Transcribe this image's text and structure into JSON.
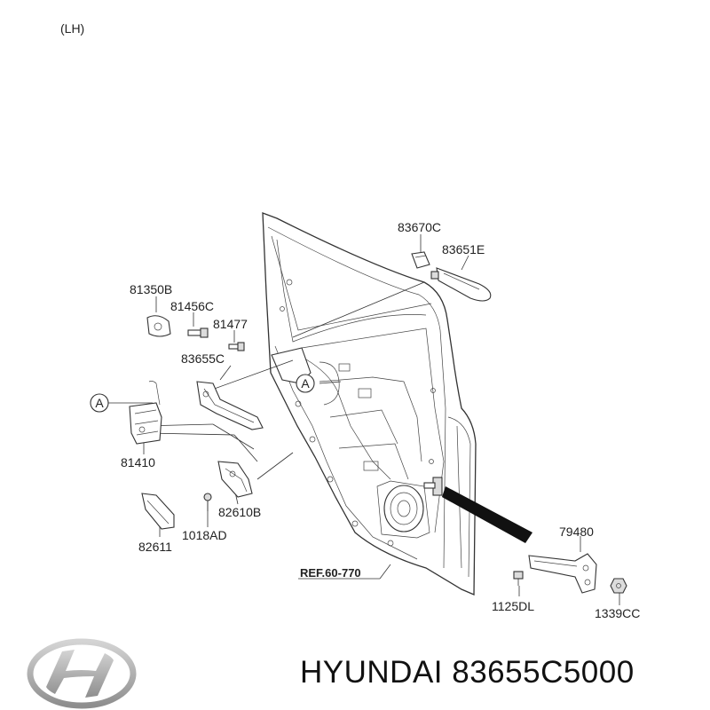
{
  "side_label": "(LH)",
  "brand_text": "HYUNDAI 83655C5000",
  "reference_label": "REF.60-770",
  "detail_marker": "A",
  "parts": {
    "p83670C": "83670C",
    "p83651E": "83651E",
    "p81350B": "81350B",
    "p81456C": "81456C",
    "p81477": "81477",
    "p83655C": "83655C",
    "p81410": "81410",
    "p82610B": "82610B",
    "p82611": "82611",
    "p1018AD": "1018AD",
    "p79480": "79480",
    "p1125DL": "1125DL",
    "p1339CC": "1339CC"
  },
  "colors": {
    "line": "#333333",
    "logo": "#9a9a9a",
    "text": "#222222"
  }
}
